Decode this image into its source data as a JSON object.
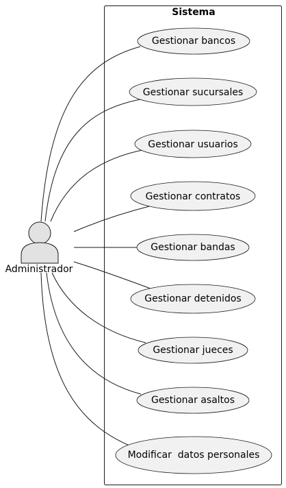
{
  "system": {
    "title": "Sistema"
  },
  "actor": {
    "name": "Administrador"
  },
  "use_cases": [
    {
      "label": "Gestionar bancos"
    },
    {
      "label": "Gestionar sucursales"
    },
    {
      "label": "Gestionar usuarios"
    },
    {
      "label": "Gestionar contratos"
    },
    {
      "label": "Gestionar bandas"
    },
    {
      "label": "Gestionar detenidos"
    },
    {
      "label": "Gestionar jueces"
    },
    {
      "label": "Gestionar asaltos"
    },
    {
      "label": "Modificar  datos personales"
    }
  ],
  "colors": {
    "ellipse_fill": "#f1f1f1",
    "stroke": "#181818",
    "actor_fill": "#e2e2e2"
  }
}
